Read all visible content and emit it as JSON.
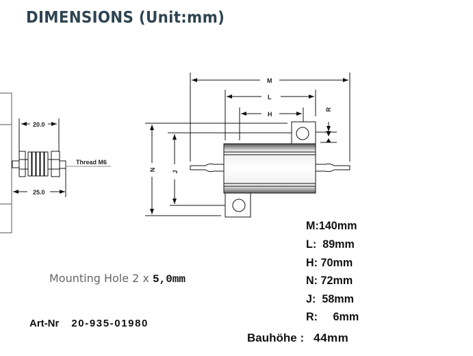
{
  "header": {
    "title": "DIMENSIONS (Unit:mm)"
  },
  "drawing": {
    "side_view": {
      "dim_top": "20.0",
      "dim_bottom": "25.0",
      "thread_label": "Thread M6"
    },
    "front_view": {
      "labels": {
        "M": "M",
        "L": "L",
        "H": "H",
        "R": "R",
        "N": "N",
        "J": "J"
      }
    }
  },
  "specs": [
    {
      "key": "M:",
      "value": "140mm"
    },
    {
      "key": "L:",
      "value": "  89mm"
    },
    {
      "key": "H:",
      "value": " 70mm"
    },
    {
      "key": "N:",
      "value": " 72mm"
    },
    {
      "key": "J:",
      "value": "  58mm"
    },
    {
      "key": "R:",
      "value": "     6mm"
    }
  ],
  "mounting": {
    "label": "Mounting Hole 2 x ",
    "value": "5,0mm"
  },
  "article": {
    "label": "Art-Nr",
    "number": "20-935-01980"
  },
  "height": {
    "label": "Bauhöhe :",
    "value": "44mm"
  },
  "colors": {
    "title": "#2f4452",
    "line": "#111111"
  }
}
